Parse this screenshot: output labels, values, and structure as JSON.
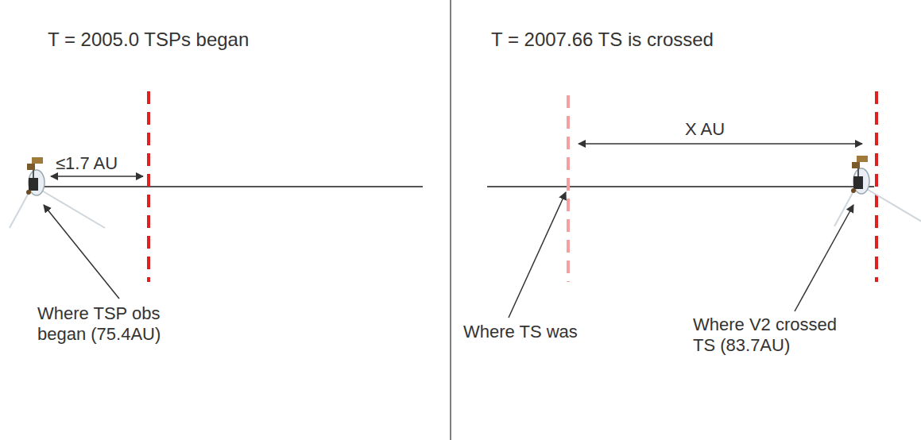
{
  "diagram": {
    "labels": [
      "T = 2005.0 TSPs began",
      "≤1.7 AU",
      "Where TSP obs began (75.4AU)",
      "T = 2007.66 TS is crossed",
      "X AU",
      "Where TS was",
      "Where V2 crossed TS (83.7AU)"
    ]
  }
}
